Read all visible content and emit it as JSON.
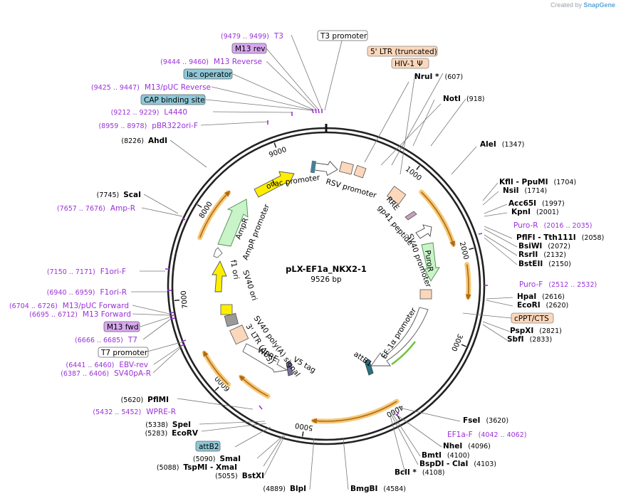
{
  "watermark": {
    "prefix": "Created by",
    "brand": "SnapGene"
  },
  "plasmid": {
    "name": "pLX-EF1a_NKX2-1",
    "size": "9526 bp"
  },
  "ticks": [
    {
      "label": "1000",
      "bp": 1000
    },
    {
      "label": "2000",
      "bp": 2000
    },
    {
      "label": "3000",
      "bp": 3000
    },
    {
      "label": "4000",
      "bp": 4000
    },
    {
      "label": "5000",
      "bp": 5000
    },
    {
      "label": "6000",
      "bp": 6000
    },
    {
      "label": "7000",
      "bp": 7000
    },
    {
      "label": "8000",
      "bp": 8000
    },
    {
      "label": "9000",
      "bp": 9000
    }
  ],
  "enzymes_right": [
    {
      "name": "NruI *",
      "pos": "(607)"
    },
    {
      "name": "NotI",
      "pos": "(918)"
    },
    {
      "name": "AleI",
      "pos": "(1347)"
    },
    {
      "name": "KflI - PpuMI",
      "pos": "(1704)"
    },
    {
      "name": "NsiI",
      "pos": "(1714)"
    },
    {
      "name": "Acc65I",
      "pos": "(1997)"
    },
    {
      "name": "KpnI",
      "pos": "(2001)"
    },
    {
      "name": "PflFI - Tth111I",
      "pos": "(2058)"
    },
    {
      "name": "BsiWI",
      "pos": "(2072)"
    },
    {
      "name": "RsrII",
      "pos": "(2132)"
    },
    {
      "name": "BstEII",
      "pos": "(2150)"
    },
    {
      "name": "HpaI",
      "pos": "(2616)"
    },
    {
      "name": "EcoRI",
      "pos": "(2620)"
    },
    {
      "name": "PspXI",
      "pos": "(2821)"
    },
    {
      "name": "SbfI",
      "pos": "(2833)"
    },
    {
      "name": "FseI",
      "pos": "(3620)"
    },
    {
      "name": "NheI",
      "pos": "(4096)"
    },
    {
      "name": "BmtI",
      "pos": "(4100)"
    },
    {
      "name": "BspDI - ClaI",
      "pos": "(4103)"
    },
    {
      "name": "BclI *",
      "pos": "(4108)"
    },
    {
      "name": "BmgBI",
      "pos": "(4584)"
    }
  ],
  "enzymes_left": [
    {
      "name": "AhdI",
      "pos": "(8226)"
    },
    {
      "name": "ScaI",
      "pos": "(7745)"
    },
    {
      "name": "PflMI",
      "pos": "(5620)"
    },
    {
      "name": "SpeI",
      "pos": "(5338)"
    },
    {
      "name": "EcoRV",
      "pos": "(5283)"
    },
    {
      "name": "SmaI",
      "pos": "(5090)"
    },
    {
      "name": "TspMI - XmaI",
      "pos": "(5088)"
    },
    {
      "name": "BstXI",
      "pos": "(5055)"
    },
    {
      "name": "BlpI",
      "pos": "(4889)"
    }
  ],
  "primers_right": [
    {
      "name": "Puro-R",
      "pos": "(2016 .. 2035)"
    },
    {
      "name": "Puro-F",
      "pos": "(2512 .. 2532)"
    },
    {
      "name": "EF1a-F",
      "pos": "(4042 .. 4062)"
    }
  ],
  "primers_left": [
    {
      "name": "T3",
      "pos": "(9479 .. 9499)"
    },
    {
      "name": "M13 Reverse",
      "pos": "(9444 .. 9460)"
    },
    {
      "name": "M13/pUC Reverse",
      "pos": "(9425 .. 9447)"
    },
    {
      "name": "L4440",
      "pos": "(9212 .. 9229)"
    },
    {
      "name": "pBR322ori-F",
      "pos": "(8959 .. 8978)"
    },
    {
      "name": "Amp-R",
      "pos": "(7657 .. 7676)"
    },
    {
      "name": "F1ori-F",
      "pos": "(7150 .. 7171)"
    },
    {
      "name": "F1ori-R",
      "pos": "(6940 .. 6959)"
    },
    {
      "name": "M13/pUC Forward",
      "pos": "(6704 .. 6726)"
    },
    {
      "name": "M13 Forward",
      "pos": "(6695 .. 6712)"
    },
    {
      "name": "T7",
      "pos": "(6666 .. 6685)"
    },
    {
      "name": "EBV-rev",
      "pos": "(6441 .. 6460)"
    },
    {
      "name": "SV40pA-R",
      "pos": "(6387 .. 6406)"
    },
    {
      "name": "WPRE-R",
      "pos": "(5432 .. 5452)"
    }
  ],
  "boxed_labels": [
    {
      "text": "T3 promoter",
      "style": "white"
    },
    {
      "text": "M13 rev",
      "style": "purple"
    },
    {
      "text": "lac operator",
      "style": "teal"
    },
    {
      "text": "CAP binding site",
      "style": "teal"
    },
    {
      "text": "5' LTR (truncated)",
      "style": "peach"
    },
    {
      "text": "HIV-1 Ψ",
      "style": "peach"
    },
    {
      "text": "cPPT/CTS",
      "style": "peach"
    },
    {
      "text": "M13 fwd",
      "style": "purple"
    },
    {
      "text": "T7 promoter",
      "style": "white"
    },
    {
      "text": "attB2",
      "style": "teal"
    }
  ],
  "inner_features": [
    "lac promoter",
    "RSV promoter",
    "RRE",
    "gp41 peptide",
    "SV40 promoter",
    "PuroR",
    "EF-1α promoter",
    "attB1",
    "V5 tag",
    "WPRE",
    "3' LTR (ΔU3)",
    "SV40 poly(A) signal",
    "SV40 ori",
    "f1 ori",
    "AmpR",
    "AmpR promoter",
    "ori"
  ],
  "colors": {
    "ring": "#222222",
    "primer": "#9b30d9",
    "orf_arc": "#f5c878",
    "orf_arrow": "#b06a10",
    "peach": "#fbd7bb",
    "teal": "#8fc8d8",
    "purple_box": "#d7a8ef",
    "yellow": "#ffee00",
    "green_light": "#c9f3c9",
    "green_dark": "#74c23c"
  }
}
